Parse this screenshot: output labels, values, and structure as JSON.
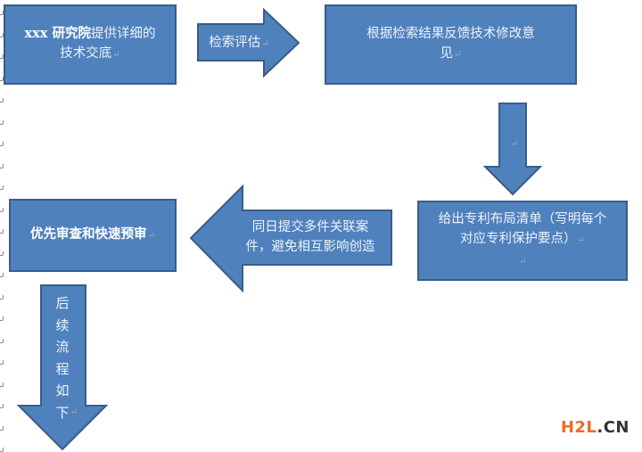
{
  "diagram": {
    "step1": {
      "bold_prefix": "xxx 研究院",
      "text_line1": "提供详细的",
      "text_line2": "技术交底"
    },
    "arrow1": {
      "label": "检索评估"
    },
    "step2": {
      "line1": "根据检索结果反馈技术修改意",
      "line2": "见"
    },
    "step3": {
      "line1": "给出专利布局清单（写明每个",
      "line2": "对应专利保护要点）"
    },
    "arrow3": {
      "line1": "同日提交多件关联案",
      "line2": "件，避免相互影响创造"
    },
    "step4": {
      "label": "优先审查和快速预审"
    },
    "arrow4": {
      "chars": [
        "后",
        "续",
        "流",
        "程",
        "如",
        "下"
      ]
    },
    "return_mark": "↵"
  },
  "watermark": {
    "part1": "H2L",
    "part2": ".CN"
  },
  "colors": {
    "fill": "#4f81bd",
    "stroke": "#385d8a",
    "text": "#eef3fa",
    "logo_orange": "#f26b1d",
    "logo_dark": "#333333"
  }
}
